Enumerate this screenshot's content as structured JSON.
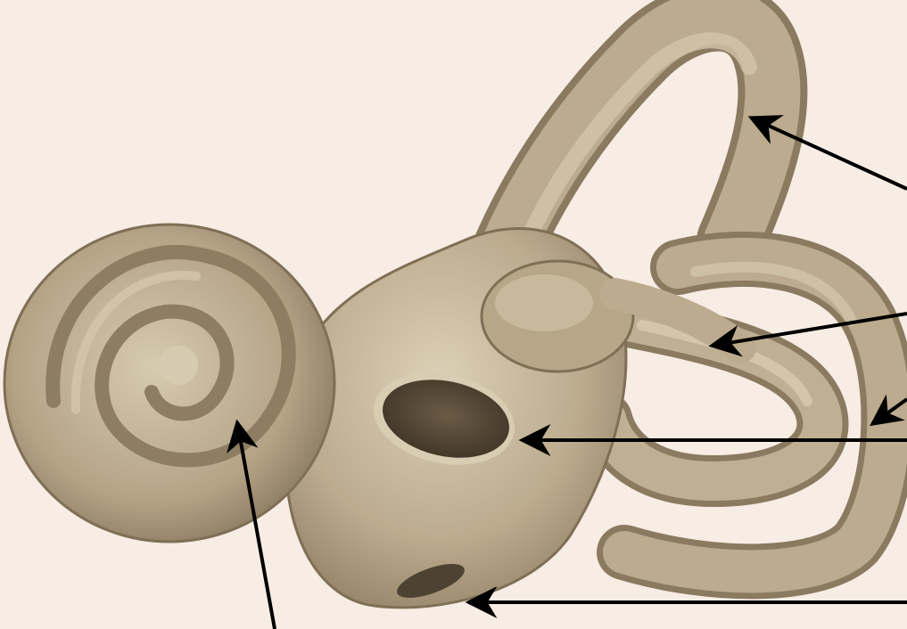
{
  "figure": {
    "subject": "inner-ear-labyrinth",
    "colors": {
      "background": "#f8efe6",
      "bone": "#b9a98c",
      "bone_light": "#d2c6ab",
      "bone_dark": "#8a7a60",
      "bone_shadow": "#6f6048",
      "window": "#4e4232",
      "arrow": "#000000"
    },
    "structures": [
      {
        "id": "cochlea",
        "name": "cochlea-spiral"
      },
      {
        "id": "vestibule",
        "name": "vestibule-body"
      },
      {
        "id": "superior-canal",
        "name": "superior-semicircular-canal"
      },
      {
        "id": "posterior-canal",
        "name": "posterior-semicircular-canal"
      },
      {
        "id": "lateral-canal",
        "name": "lateral-semicircular-canal"
      },
      {
        "id": "ampulla",
        "name": "ampulla-bulge"
      },
      {
        "id": "oval-window",
        "name": "oval-window"
      },
      {
        "id": "round-window",
        "name": "round-window"
      }
    ],
    "pointers": [
      {
        "id": "superior-canal",
        "name": "pointer-superior-canal",
        "label": ""
      },
      {
        "id": "ampulla",
        "name": "pointer-ampulla",
        "label": ""
      },
      {
        "id": "posterior-canal",
        "name": "pointer-posterior-canal",
        "label": ""
      },
      {
        "id": "oval-window",
        "name": "pointer-oval-window",
        "label": ""
      },
      {
        "id": "round-window",
        "name": "pointer-round-window",
        "label": ""
      },
      {
        "id": "cochlea",
        "name": "pointer-cochlea",
        "label": ""
      }
    ]
  }
}
